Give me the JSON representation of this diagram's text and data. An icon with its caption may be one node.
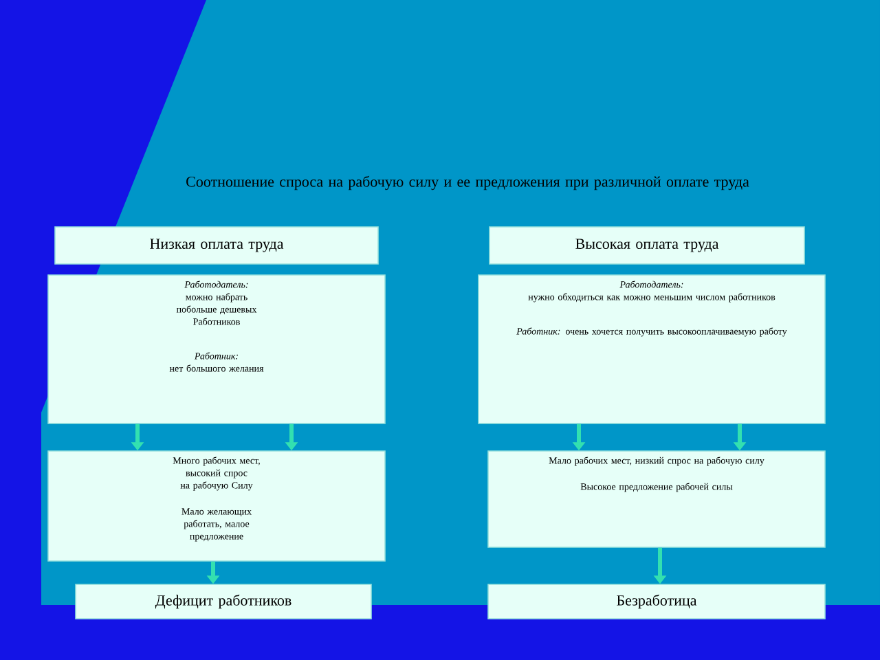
{
  "diagram": {
    "title": "Соотношение спроса на рабочую силу и ее предложения при различной оплате труда",
    "nodes": [
      {
        "text": [
          "Низкая оплата труда"
        ]
      },
      {
        "text": [
          "Высокая оплата труда"
        ]
      },
      {
        "text": [
          "Работодатель:",
          "можно набрать побольше дешевых Работников",
          "Работник:",
          "нет большого желания"
        ]
      },
      {
        "text": [
          "Работодатель:",
          "нужно обходиться как можно меньшим числом работников",
          "*Работник:* очень хочется получить высокооплачиваемую работу"
        ]
      },
      {
        "text": [
          "Много рабочих мест, высокий спрос на рабочую Силу",
          "Мало желающих работать, малое предложение"
        ]
      },
      {
        "text": [
          "Мало рабочих мест, низкий спрос на рабочую силу",
          "Высокое предложение рабочей силы"
        ]
      },
      {
        "text": [
          "Дефицит работников"
        ]
      },
      {
        "text": [
          "Безработица"
        ]
      }
    ],
    "edges": [
      {
        "from": 2,
        "to": 4,
        "arrow": "to"
      },
      {
        "from": 2,
        "to": 4,
        "arrow": "to"
      },
      {
        "from": 3,
        "to": 5,
        "arrow": "to"
      },
      {
        "from": 3,
        "to": 5,
        "arrow": "to"
      },
      {
        "from": 4,
        "to": 6,
        "arrow": "to"
      },
      {
        "from": 5,
        "to": 7,
        "arrow": "to"
      }
    ]
  }
}
